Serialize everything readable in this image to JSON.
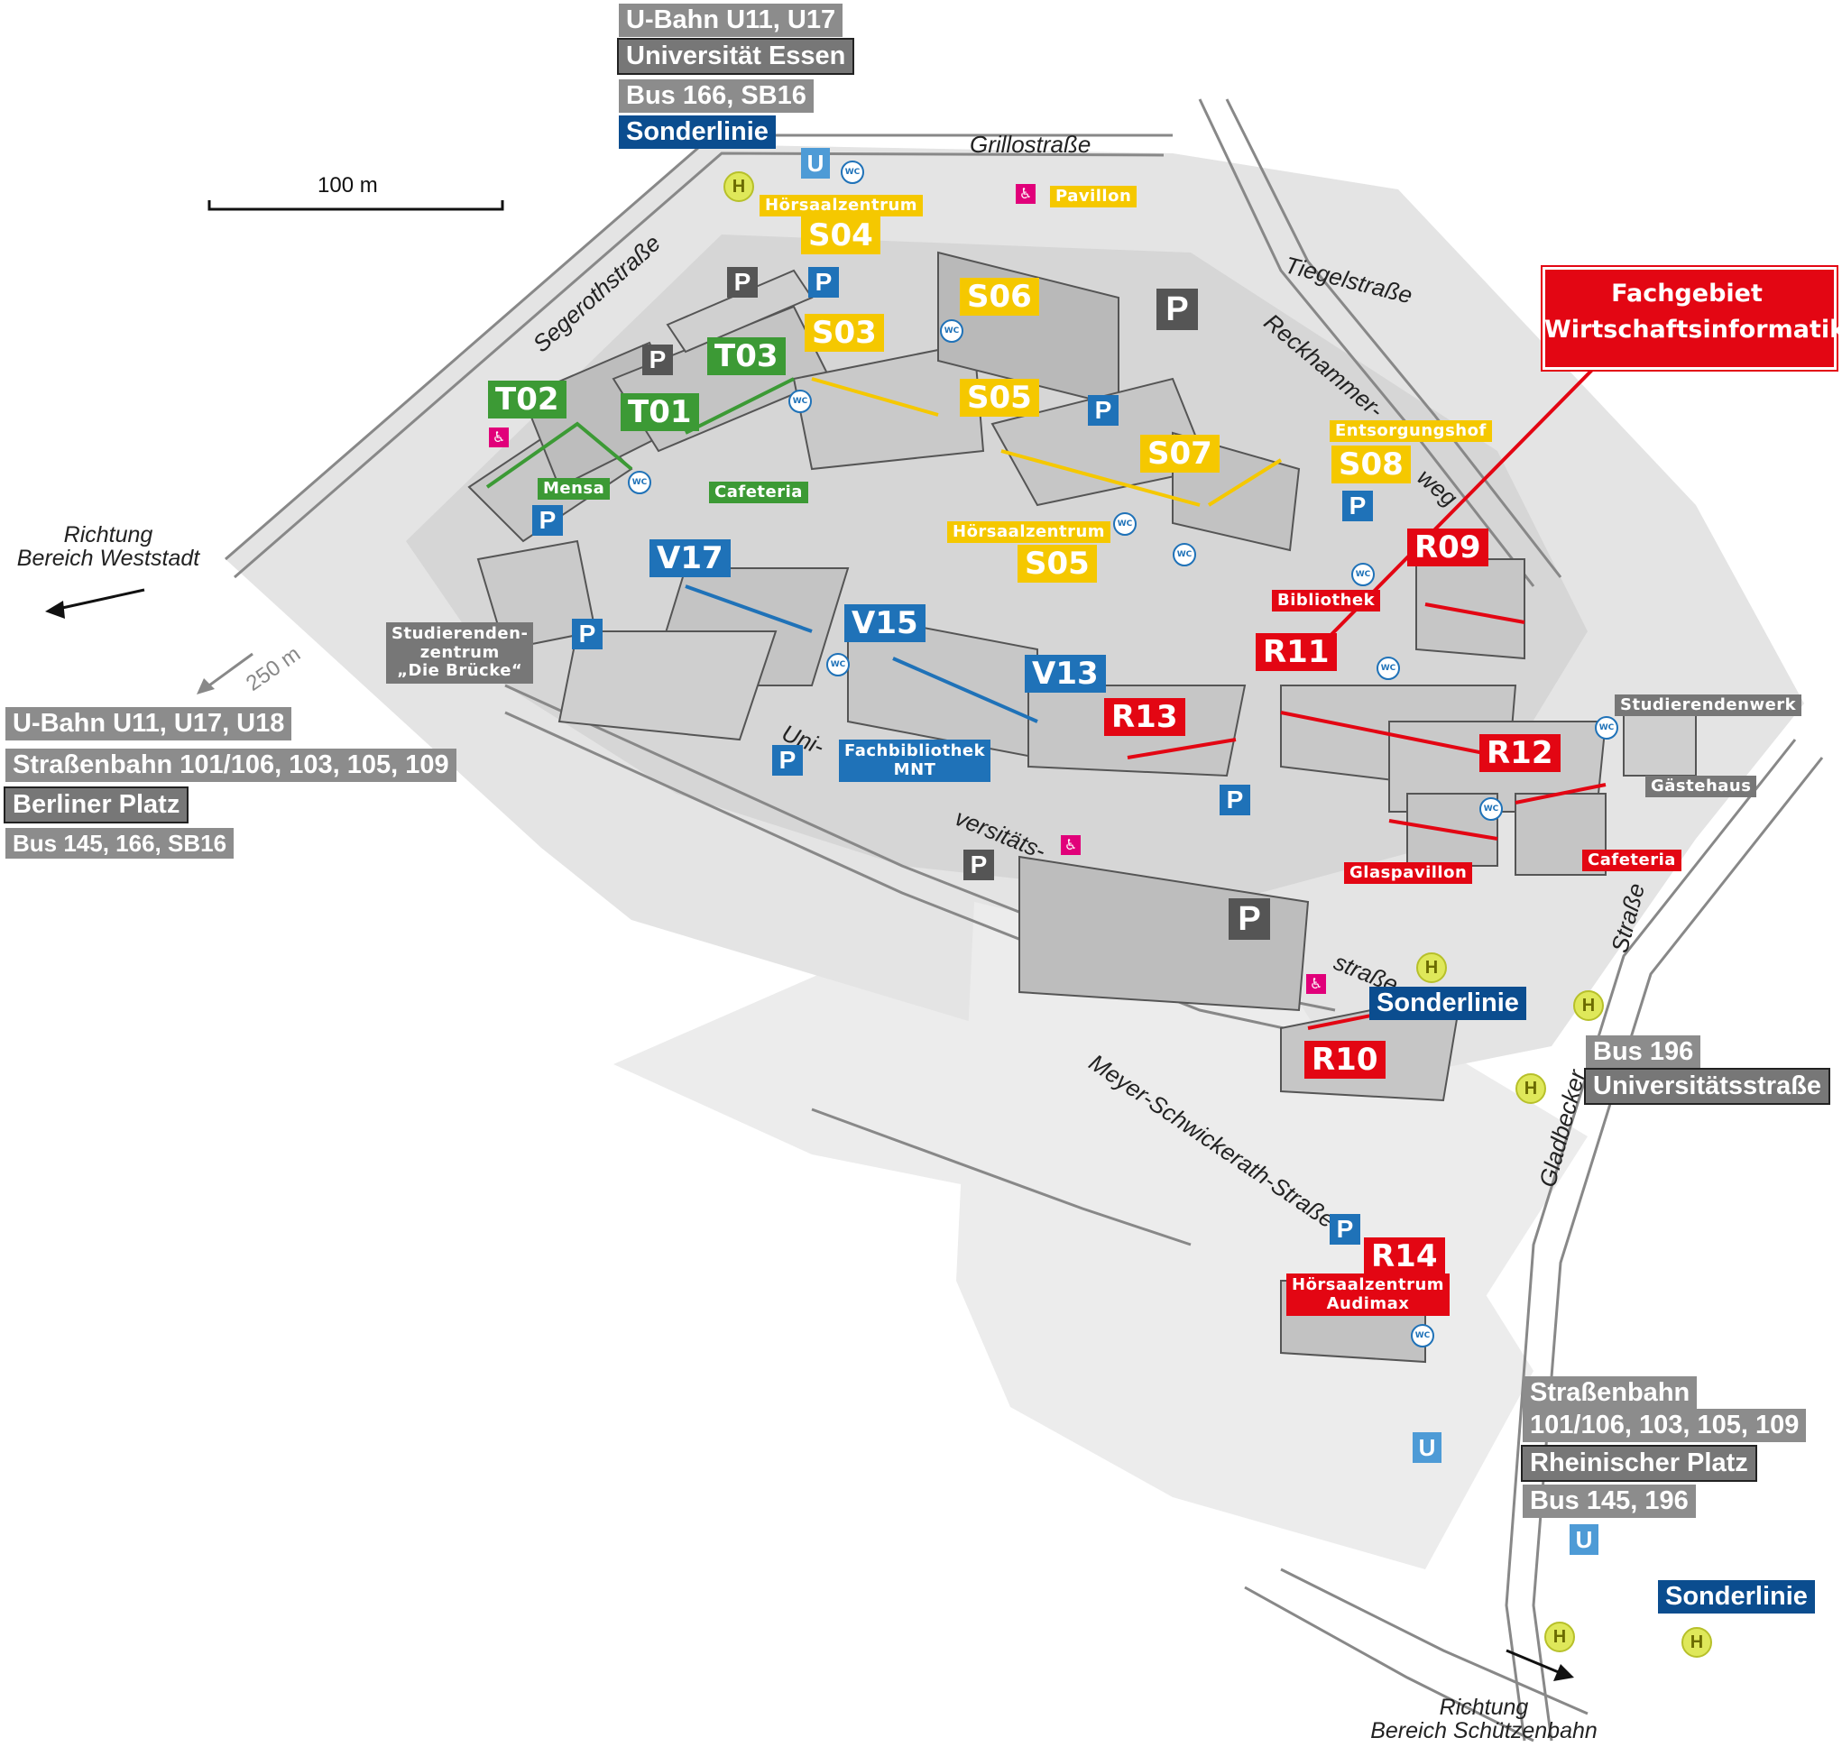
{
  "scale": {
    "label": "100 m"
  },
  "distance": {
    "label": "250 m"
  },
  "directions": {
    "weststadt": "Richtung\nBereich Weststadt",
    "schuetzenbahn": "Richtung\nBereich Schützenbahn"
  },
  "streets": {
    "grillo": "Grillostraße",
    "segeroth": "Segerothstraße",
    "tiegel": "Tiegelstraße",
    "reckhammer1": "Reckhammer-",
    "reckhammer2": "weg",
    "uni1": "Uni-",
    "uni2": "versitäts-",
    "uni3": "straße",
    "meyer": "Meyer-Schwickerath-Straße",
    "gladbecker": "Gladbecker",
    "strasse": "Straße"
  },
  "transit": {
    "north": [
      "U-Bahn U11, U17",
      "Universität Essen",
      "Bus 166, SB16",
      "Sonderlinie"
    ],
    "west": [
      "U-Bahn U11, U17, U18",
      "Straßenbahn 101/106, 103, 105, 109",
      "Berliner Platz",
      "Bus 145, 166, SB16"
    ],
    "east": [
      "Bus 196",
      "Universitätsstraße"
    ],
    "south": [
      "Straßenbahn",
      "101/106, 103, 105, 109",
      "Rheinischer Platz",
      "Bus 145, 196"
    ],
    "sonder_mid": "Sonderlinie",
    "sonder_south": "Sonderlinie"
  },
  "highlight": {
    "line1": "Fachgebiet",
    "line2": "Wirtschaftsinformatik"
  },
  "buildings": {
    "T01": "T01",
    "T02": "T02",
    "T03": "T03",
    "S03": "S03",
    "S04": "S04",
    "S05a": "S05",
    "S05b": "S05",
    "S06": "S06",
    "S07": "S07",
    "S08": "S08",
    "V13": "V13",
    "V15": "V15",
    "V17": "V17",
    "R09": "R09",
    "R10": "R10",
    "R11": "R11",
    "R12": "R12",
    "R13": "R13",
    "R14": "R14"
  },
  "facilities": {
    "hs_s04": "Hörsaalzentrum",
    "pavillon": "Pavillon",
    "mensa": "Mensa",
    "cafeteria_t": "Cafeteria",
    "hs_s05": "Hörsaalzentrum",
    "entsorgung": "Entsorgungshof",
    "bibliothek": "Bibliothek",
    "bruecke": "Studierenden-\nzentrum\n„Die Brücke“",
    "fachbib": "Fachbibliothek\nMNT",
    "studierendenwerk": "Studierendenwerk",
    "gaestehaus": "Gästehaus",
    "glaspavillon": "Glaspavillon",
    "cafeteria_r": "Cafeteria",
    "audimax": "Hörsaalzentrum\nAudimax"
  },
  "icons": {
    "parking": "P",
    "tram_stop": "H",
    "ubahn": "U",
    "wc": "WC",
    "accessible": "♿"
  },
  "colors": {
    "green": "#3c9a35",
    "yellow": "#f5c800",
    "blue": "#1f72b8",
    "red": "#e30613",
    "navy": "#0b4d8f",
    "grey": "#777777",
    "ground": "#e6e6e6",
    "building": "#c9c9c9"
  }
}
